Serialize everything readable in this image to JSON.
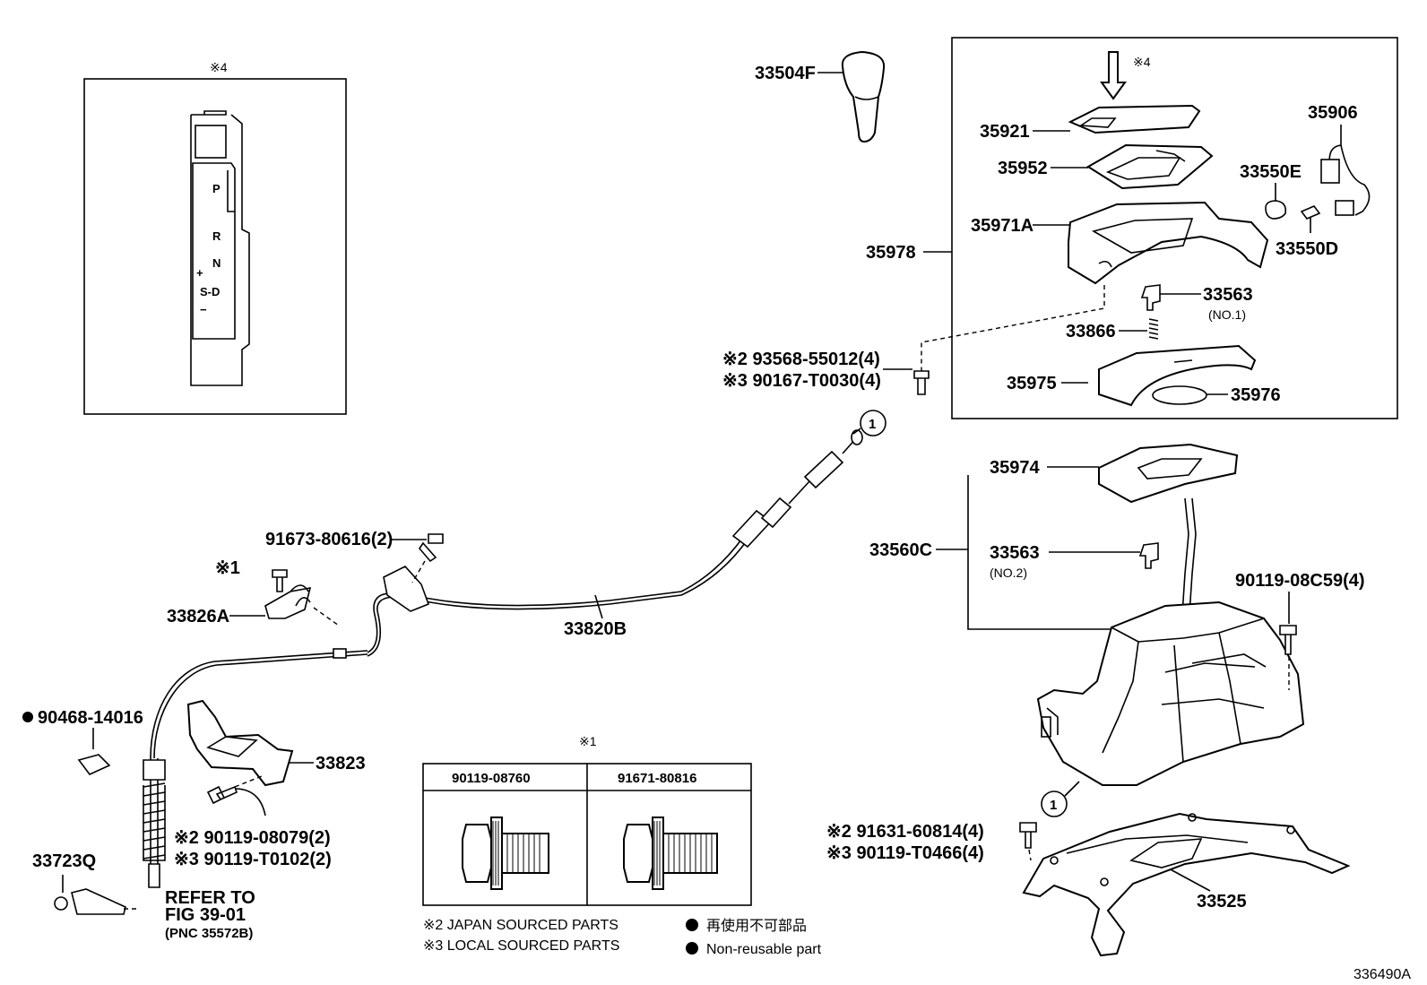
{
  "diagram_code": "336490A",
  "inset": {
    "marker": "※4",
    "gate": [
      "P",
      "R",
      "N",
      "+",
      "S-D",
      "−"
    ]
  },
  "table": {
    "marker": "※1",
    "columns": [
      "90119-08760",
      "91671-80816"
    ]
  },
  "legend": {
    "japan": "※2 JAPAN SOURCED PARTS",
    "local": "※3 LOCAL SOURCED PARTS",
    "jp_nonreusable": "再使用不可部品",
    "non_reusable": "Non-reusable part"
  },
  "callout": "1",
  "labels": {
    "p33504F": "33504F",
    "p35921": "35921",
    "p35906": "35906",
    "p35952": "35952",
    "p33550E": "33550E",
    "p35971A": "35971A",
    "p35978": "35978",
    "p33550D": "33550D",
    "p33563_1": "33563",
    "no1": "(NO.1)",
    "p33866": "33866",
    "p35975": "35975",
    "p35976": "35976",
    "mark4_box": "※4",
    "bolt1_a": "※2 93568-55012(4)",
    "bolt1_b": "※3 90167-T0030(4)",
    "p91673": "91673-80616(2)",
    "mark1": "※1",
    "p33826A": "33826A",
    "p33820B": "33820B",
    "p90468": "90468-14016",
    "p33823": "33823",
    "bolt2_a": "※2 90119-08079(2)",
    "bolt2_b": "※3 90119-T0102(2)",
    "p33723Q": "33723Q",
    "refer1": "REFER TO",
    "refer2": "FIG 39-01",
    "refer3": "(PNC 35572B)",
    "p35974": "35974",
    "p33560C": "33560C",
    "p33563_2": "33563",
    "no2": "(NO.2)",
    "p90119_08C59": "90119-08C59(4)",
    "bolt3_a": "※2 91631-60814(4)",
    "bolt3_b": "※3 90119-T0466(4)",
    "p33525": "33525"
  }
}
